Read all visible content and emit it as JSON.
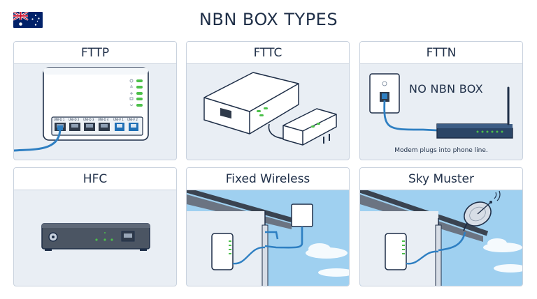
{
  "page": {
    "title": "NBN BOX TYPES",
    "flag_icon": "australian-flag-icon"
  },
  "cards": [
    {
      "title": "FTTP",
      "port_labels": [
        "UNI-D 1",
        "UNI-D 2",
        "UNI-D 3",
        "UNI-D 4",
        "UNI-V 1",
        "UNI-V 2"
      ]
    },
    {
      "title": "FTTC"
    },
    {
      "title": "FTTN",
      "headline": "NO NBN BOX",
      "caption": "Modem plugs into phone line."
    },
    {
      "title": "HFC"
    },
    {
      "title": "Fixed Wireless"
    },
    {
      "title": "Sky Muster"
    }
  ],
  "colors": {
    "title_text": "#1f2f48",
    "card_border": "#c9d2de",
    "card_background": "#e9eef4",
    "cable_blue": "#2e7fc2",
    "led_green": "#4cc04a",
    "sky_blue": "#9fd0f0",
    "roof_dark": "#4b5563"
  }
}
